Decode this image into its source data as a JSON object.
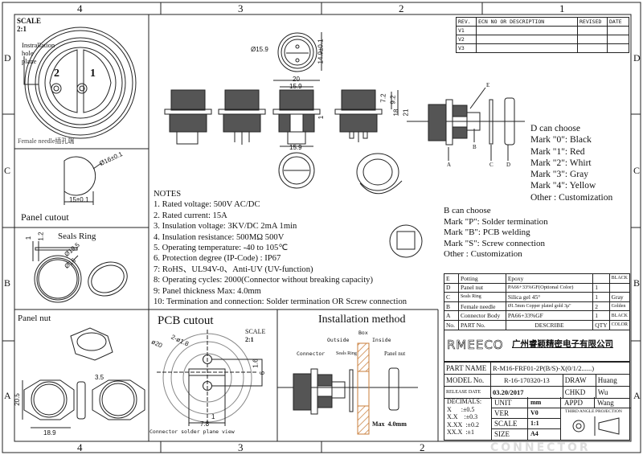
{
  "border": {
    "columns_top": [
      "4",
      "3",
      "2",
      "1"
    ],
    "columns_bottom": [
      "4",
      "3",
      "2"
    ],
    "rows_left": [
      "D",
      "C",
      "B",
      "A"
    ],
    "rows_right": [
      "D",
      "C",
      "B",
      "A"
    ]
  },
  "front_view": {
    "scale_label": "SCALE",
    "scale": "2:1",
    "callout": [
      "Instrallation",
      "hole",
      "plane"
    ],
    "pins": [
      "2",
      "1"
    ],
    "caption": "Female needle插孔端"
  },
  "panel_cutout": {
    "diameter": "Ø16±0.1",
    "width": "15±0.1",
    "title": "Panel cutout"
  },
  "seals_ring": {
    "title": "Seals Ring",
    "dims": [
      "1",
      "1.2",
      "Ø16",
      "Ø19.5"
    ]
  },
  "panel_nut": {
    "title": "Panel nut",
    "dims": [
      "20.5",
      "18.9",
      "3.5"
    ]
  },
  "main_views": {
    "dims": [
      "Ø15.9",
      "14.9±0.1",
      "20",
      "15.9",
      "1",
      "15.9",
      "7.2",
      "9.2",
      "18",
      "21"
    ],
    "callouts": [
      "E",
      "A",
      "B",
      "C",
      "D"
    ]
  },
  "notes": {
    "title": "NOTES",
    "items": [
      "1. Rated voltage: 500V AC/DC",
      "2. Rated current: 15A",
      "3. Insulation voltage: 3KV/DC 2mA 1min",
      "4. Insulation resistance: 500MΩ 500V",
      "5. Operating temperature: -40 to 105℃",
      "6. Protection degree (IP-Code) : IP67",
      "7: RoHS、UL94V-0、Anti-UV (UV-function)",
      "8: Operating cycles: 2000(Connector without breaking capacity)",
      "9: Panel thickness Max: 4.0mm",
      "10: Termination and connection: Solder termination OR Screw connection"
    ]
  },
  "d_choose": {
    "title": "D can choose",
    "items": [
      "Mark \"0\": Black",
      "Mark \"1\": Red",
      "Mark \"2\": Whirt",
      "Mark \"3\": Gray",
      "Mark \"4\": Yellow",
      "Other : Customization"
    ]
  },
  "b_choose": {
    "title": "B can choose",
    "items": [
      "Mark \"P\":  Solder termination",
      "Mark \"B\":  PCB welding",
      "Mark \"S\":  Screw connection",
      "Other : Customization"
    ]
  },
  "revision_table": {
    "headers": [
      "REV.",
      "ECN NO OR DESCRIPTION",
      "REVISED",
      "DATE"
    ],
    "rows": [
      [
        "V1",
        "",
        "",
        ""
      ],
      [
        "V2",
        "",
        "",
        ""
      ],
      [
        "V3",
        "",
        "",
        ""
      ]
    ]
  },
  "parts_table": {
    "headers": [
      "No.",
      "PART No.",
      "DESCRIBE",
      "QTY",
      "COLOR"
    ],
    "rows": [
      [
        "E",
        "Potting",
        "Epoxy",
        "",
        "BLACK"
      ],
      [
        "D",
        "Panel nut",
        "PA66+33%GF(Optional Color)",
        "1",
        ""
      ],
      [
        "C",
        "Seals Ring",
        "Silica gel 45°",
        "1",
        "Gray"
      ],
      [
        "B",
        "Female needle",
        "Ø1.5mm Copper plated gold 3μ\"",
        "2",
        "Golden"
      ],
      [
        "A",
        "Connector Body",
        "PA66+33%GF",
        "1",
        "BLACK"
      ]
    ]
  },
  "title_block": {
    "logo": "RMEECO",
    "company": "广州睿颖精密电子有限公司",
    "part_name_label": "PART NAME",
    "part_name": "R-M16-FRF01-2P(B/S)-X(0/1/2......)",
    "model_label": "MODEL No.",
    "model": "R-16-170320-13",
    "release_label": "RELEASE DATE",
    "release": "03.20/2017",
    "draw_label": "DRAW",
    "draw": "Huang",
    "chkd_label": "CHKD",
    "chkd": "Wu",
    "appd_label": "APPD",
    "appd": "Wang",
    "decimals": [
      "DECIMALS:",
      "X      :±0.5",
      "X.X    :±0.3",
      "X.XX  :±0.2",
      "XX.X  :±1"
    ],
    "unit_label": "UNIT",
    "unit": "mm",
    "ver_label": "VER",
    "ver": "V0",
    "scale_label": "SCALE",
    "scale": "1:1",
    "size_label": "SIZE",
    "size": "A4",
    "projection": "THIRD ANGLE PROJECTION"
  },
  "pcb_cutout": {
    "title": "PCB cutout",
    "scale_label": "SCALE",
    "scale": "2:1",
    "dims": [
      "ø20",
      "2-ø1.8",
      "1.6",
      "6",
      "1",
      "7.8"
    ],
    "caption": "Connector solder plane view"
  },
  "installation": {
    "title": "Installation method",
    "labels": {
      "box": "Box",
      "outside": "Outside",
      "inside": "Inside",
      "connector": "Connector",
      "seals_ring": "Seals Ring",
      "panel_nut": "Panel nut",
      "max": "Max  4.0mm"
    }
  },
  "watermark": "CONNECTOR",
  "colors": {
    "line": "#222222",
    "hatch": "#c87d3a"
  }
}
